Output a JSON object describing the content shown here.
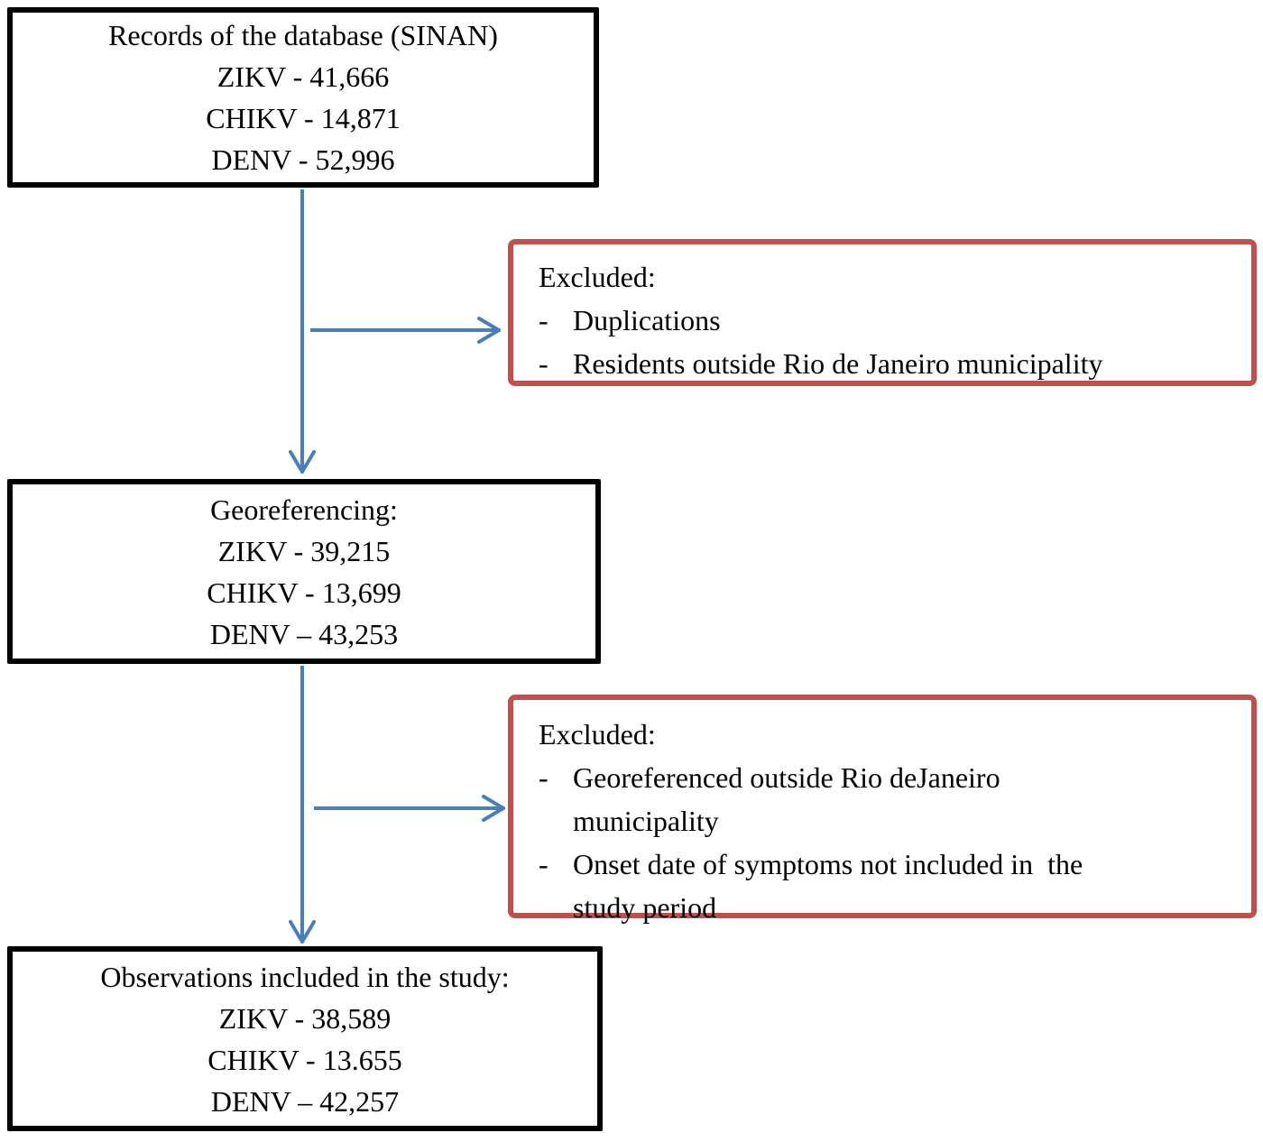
{
  "colors": {
    "box_border": "#000000",
    "excluded_border": "#c0504d",
    "arrow": "#4a7ebb",
    "text": "#000000"
  },
  "flow": {
    "records": {
      "title": "Records of the database (SINAN)",
      "lines": [
        "ZIKV - 41,666",
        "CHIKV - 14,871",
        "DENV - 52,996"
      ]
    },
    "excluded_initial": {
      "title": "Excluded:",
      "bullet_marker": "-",
      "bullets": [
        {
          "lines": [
            "Duplications"
          ]
        },
        {
          "lines": [
            "Residents outside Rio de Janeiro municipality"
          ]
        }
      ]
    },
    "georeferencing": {
      "title": "Georeferencing:",
      "lines": [
        "ZIKV - 39,215",
        "CHIKV - 13,699",
        "DENV – 43,253"
      ]
    },
    "excluded_geo": {
      "title": "Excluded:",
      "bullet_marker": "-",
      "bullets": [
        {
          "lines": [
            "Georeferenced outside Rio deJaneiro",
            "municipality"
          ]
        },
        {
          "lines": [
            "Onset date of symptoms not included in  the",
            "study period"
          ]
        }
      ]
    },
    "included": {
      "title": "Observations included in the study:",
      "lines": [
        "ZIKV - 38,589",
        "CHIKV - 13.655",
        "DENV – 42,257"
      ]
    }
  }
}
